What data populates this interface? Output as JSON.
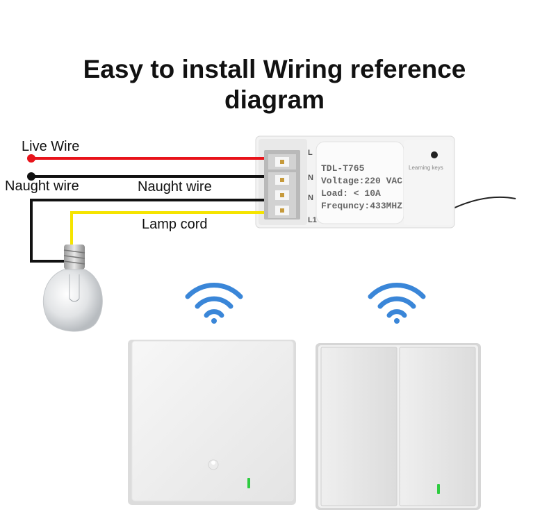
{
  "title": {
    "line1": "Easy to install Wiring reference",
    "line2": "diagram"
  },
  "labels": {
    "live_wire": "Live Wire",
    "naught_wire_left": "Naught wire",
    "naught_wire_right": "Naught wire",
    "lamp_cord": "Lamp cord"
  },
  "module": {
    "model": "TDL-T765",
    "voltage": "Voltage:220 VAC",
    "load": "Load: < 10A",
    "frequency": "Frequncy:433MHZ",
    "learning_keys": "Learning keys",
    "terminals": [
      "L",
      "N",
      "N",
      "L1"
    ]
  },
  "colors": {
    "live_wire": "#e8141b",
    "naught_wire": "#111111",
    "lamp_cord": "#f5e400",
    "wifi": "#3a86d8",
    "led": "#2ecc40"
  },
  "icons": [
    "wifi-icon",
    "wifi-icon",
    "light-bulb-icon",
    "learning-button-icon"
  ]
}
